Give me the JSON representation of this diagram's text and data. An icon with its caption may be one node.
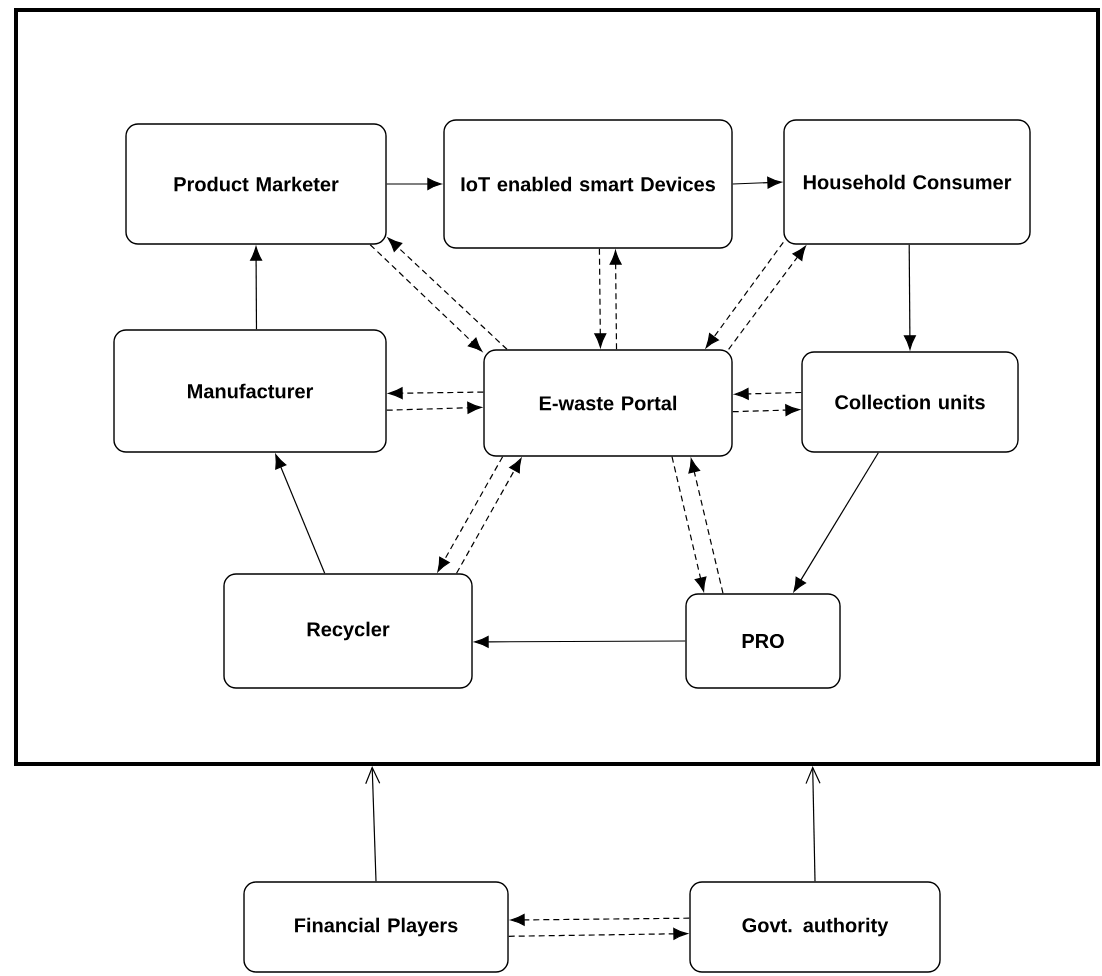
{
  "diagram": {
    "nodes": [
      {
        "text": [],
        "shape": "box"
      },
      {
        "text": [
          "Product Marketer"
        ],
        "in": 0
      },
      {
        "text": [
          "IoT enabled smart Devices"
        ],
        "in": 0
      },
      {
        "text": [
          "Household Consumer"
        ],
        "in": 0
      },
      {
        "text": [
          "Manufacturer"
        ],
        "in": 0
      },
      {
        "text": [
          "E-waste Portal"
        ],
        "in": 0
      },
      {
        "text": [
          "Collection units"
        ],
        "in": 0
      },
      {
        "text": [
          "Recycler"
        ],
        "in": 0
      },
      {
        "text": [
          "PRO"
        ],
        "in": 0
      },
      {
        "text": [
          "Financial Players"
        ]
      },
      {
        "text": [
          "Govt. authority"
        ]
      }
    ],
    "edges": [
      {
        "from": 1,
        "to": 2,
        "arrow": "to"
      },
      {
        "from": 2,
        "to": 3,
        "arrow": "to"
      },
      {
        "from": 3,
        "to": 6,
        "arrow": "to"
      },
      {
        "from": 4,
        "to": 1,
        "arrow": "to"
      },
      {
        "from": 6,
        "to": 8,
        "arrow": "to"
      },
      {
        "from": 8,
        "to": 7,
        "arrow": "to"
      },
      {
        "from": 7,
        "to": 4,
        "arrow": "to"
      },
      {
        "from": 5,
        "to": 1,
        "arrow": "to",
        "style": "dashed"
      },
      {
        "from": 1,
        "to": 5,
        "arrow": "to",
        "style": "dashed"
      },
      {
        "from": 2,
        "to": 5,
        "arrow": "to",
        "style": "dashed"
      },
      {
        "from": 5,
        "to": 2,
        "arrow": "to",
        "style": "dashed"
      },
      {
        "from": 5,
        "to": 3,
        "arrow": "to",
        "style": "dashed"
      },
      {
        "from": 3,
        "to": 5,
        "arrow": "to",
        "style": "dashed"
      },
      {
        "from": 5,
        "to": 4,
        "arrow": "to",
        "style": "dashed"
      },
      {
        "from": 4,
        "to": 5,
        "arrow": "to",
        "style": "dashed"
      },
      {
        "from": 6,
        "to": 5,
        "arrow": "to",
        "style": "dashed"
      },
      {
        "from": 5,
        "to": 6,
        "arrow": "to",
        "style": "dashed"
      },
      {
        "from": 5,
        "to": 7,
        "arrow": "to",
        "style": "dashed"
      },
      {
        "from": 7,
        "to": 5,
        "arrow": "to",
        "style": "dashed"
      },
      {
        "from": 8,
        "to": 5,
        "arrow": "to",
        "style": "dashed"
      },
      {
        "from": 5,
        "to": 8,
        "arrow": "to",
        "style": "dashed"
      },
      {
        "from": 9,
        "to": 0,
        "arrow": "to"
      },
      {
        "from": 10,
        "to": 0,
        "arrow": "to"
      },
      {
        "from": 9,
        "to": 10,
        "arrow": "to",
        "style": "dashed"
      },
      {
        "from": 10,
        "to": 9,
        "arrow": "to",
        "style": "dashed"
      }
    ]
  }
}
